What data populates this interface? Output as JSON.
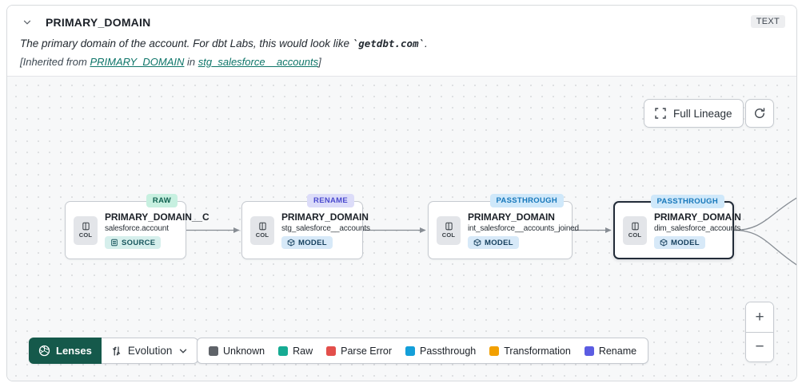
{
  "header": {
    "title": "PRIMARY_DOMAIN",
    "type_badge": "TEXT",
    "description_prefix": "The primary domain of the account. For dbt Labs, this would look like ",
    "description_code": "`getdbt.com`",
    "description_suffix": ".",
    "inherited_prefix": "[Inherited from ",
    "inherited_link_column": "PRIMARY_DOMAIN",
    "inherited_mid": " in ",
    "inherited_link_model": "stg_salesforce__accounts",
    "inherited_suffix": "]"
  },
  "toolbar": {
    "full_lineage_label": "Full Lineage"
  },
  "nodes": [
    {
      "column": "PRIMARY_DOMAIN__C",
      "table": "salesforce.account",
      "resource_type": "SOURCE",
      "status": "RAW",
      "col_label": "COL"
    },
    {
      "column": "PRIMARY_DOMAIN",
      "table": "stg_salesforce__accounts",
      "resource_type": "MODEL",
      "status": "RENAME",
      "col_label": "COL"
    },
    {
      "column": "PRIMARY_DOMAIN",
      "table": "int_salesforce__accounts_joined",
      "resource_type": "MODEL",
      "status": "PASSTHROUGH",
      "col_label": "COL"
    },
    {
      "column": "PRIMARY_DOMAIN",
      "table": "dim_salesforce_accounts",
      "resource_type": "MODEL",
      "status": "PASSTHROUGH",
      "col_label": "COL"
    }
  ],
  "footer": {
    "lenses_label": "Lenses",
    "lens_selected": "Evolution"
  },
  "legend": {
    "items": [
      {
        "label": "Unknown",
        "color": "#5f6369"
      },
      {
        "label": "Raw",
        "color": "#16ab93"
      },
      {
        "label": "Parse Error",
        "color": "#e34f4b"
      },
      {
        "label": "Passthrough",
        "color": "#149fd9"
      },
      {
        "label": "Transformation",
        "color": "#f2a000"
      },
      {
        "label": "Rename",
        "color": "#5b5ce2"
      }
    ]
  },
  "zoom": {
    "in_label": "+",
    "out_label": "−"
  },
  "colors": {
    "lenses_button": "#15594b",
    "edge": "#878d94"
  }
}
